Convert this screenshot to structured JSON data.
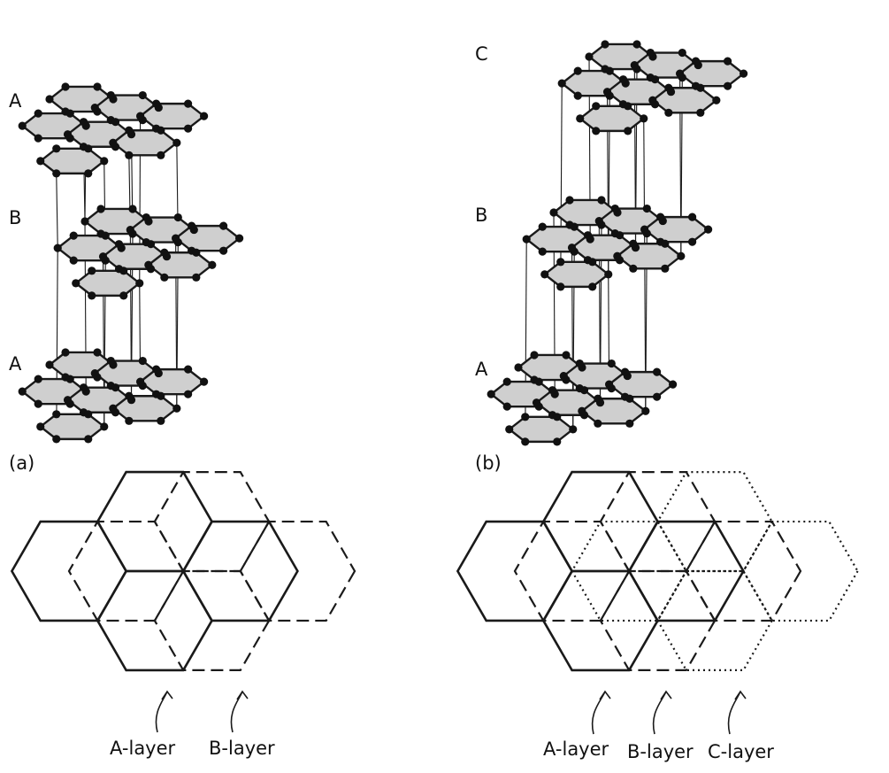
{
  "panels": [
    {
      "id": "a",
      "label": "(a)",
      "stack_layers": [
        "A",
        "B",
        "A"
      ],
      "legend": [
        "A-layer",
        "B-layer"
      ]
    },
    {
      "id": "b",
      "label": "(b)",
      "stack_layers": [
        "C",
        "B",
        "A"
      ],
      "legend": [
        "A-layer",
        "B-layer",
        "C-layer"
      ]
    }
  ],
  "colors": {
    "sheet_fill": "#cfcfcf",
    "line": "#1a1a1a",
    "atom": "#111111"
  }
}
